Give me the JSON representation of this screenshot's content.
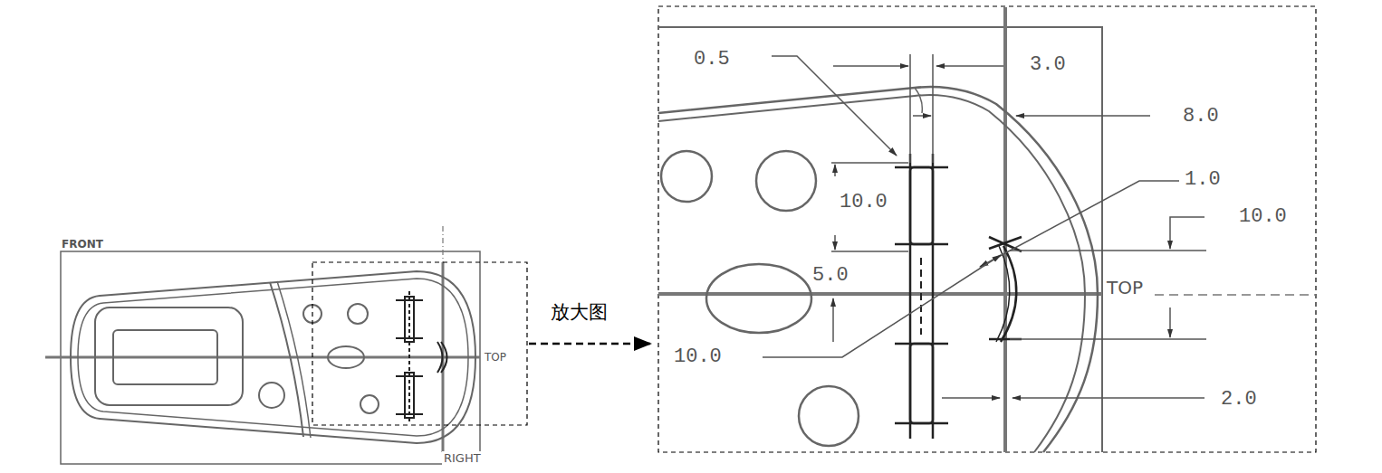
{
  "diagram": {
    "labels": [
      "FRONT",
      "TOP",
      "RIGHT",
      "放大图",
      "0.5",
      "3.0",
      "8.0",
      "10.0",
      "1.0",
      "10.0",
      "5.0",
      "TOP",
      "10.0",
      "2.0"
    ]
  }
}
